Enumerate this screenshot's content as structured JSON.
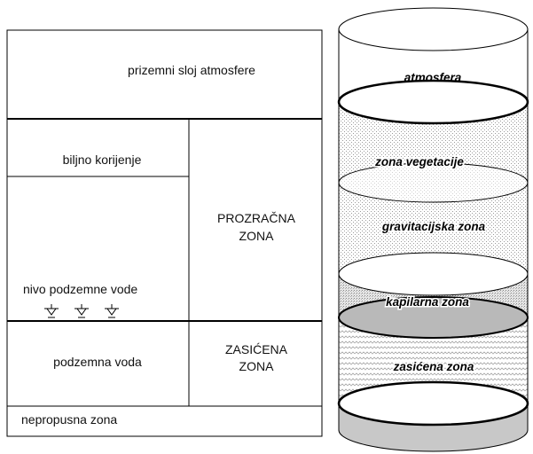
{
  "left_panel": {
    "prizemni_sloj": "prizemni sloj atmosfere",
    "biljno_korijenje": "biljno korijenje",
    "nivo_podzemne_vode": "nivo podzemne vode",
    "podzemna_voda": "podzemna  voda",
    "nepropusna_zona": "nepropusna  zona",
    "prozracna_zona_line1": "PROZRAČNA",
    "prozracna_zona_line2": "ZONA",
    "zasicena_zona_line1": "ZASIĆENA",
    "zasicena_zona_line2": "ZONA"
  },
  "cylinder": {
    "atmosfera": "atmosfera",
    "zona_vegetacije": "zona  vegetacije",
    "gravitacijska_zona": "gravitacijska  zona",
    "kapilarna_zona": "kapilarna  zona",
    "zasicena_zona": "zasićena zona"
  }
}
